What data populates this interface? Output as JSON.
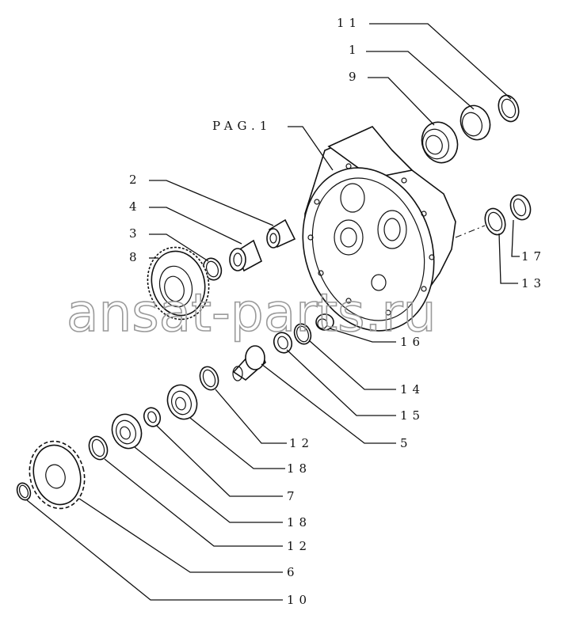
{
  "callouts": {
    "c11": "11",
    "c1": "1",
    "c9": "9",
    "pag": "PAG.1",
    "c2": "2",
    "c4": "4",
    "c3": "3",
    "c8": "8",
    "c17": "17",
    "c13": "13",
    "c16": "16",
    "c14": "14",
    "c15": "15",
    "c12a": "12",
    "c5": "5",
    "c18a": "18",
    "c7": "7",
    "c18b": "18",
    "c12b": "12",
    "c6": "6",
    "c10": "10"
  },
  "watermark": "ansat-parts.ru"
}
